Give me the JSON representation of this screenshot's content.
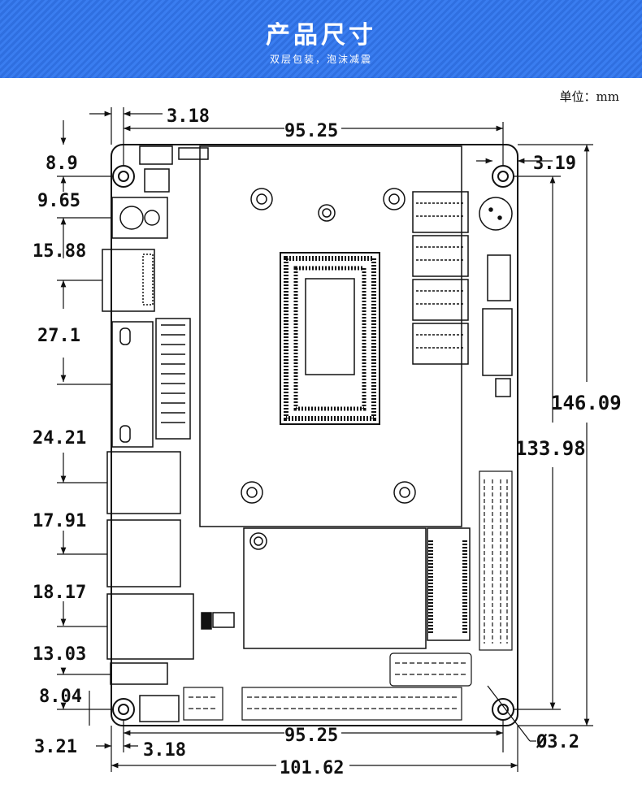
{
  "header": {
    "title": "产品尺寸",
    "subtitle": "双层包装，泡沫减震"
  },
  "unit_label": "单位：mm",
  "dimensions": {
    "top_left_offset": "3.18",
    "top_hole_span": "95.25",
    "top_right_offset": "3.19",
    "left_8_9": "8.9",
    "left_9_65": "9.65",
    "left_15_88": "15.88",
    "left_27_1": "27.1",
    "left_24_21": "24.21",
    "left_17_91": "17.91",
    "left_18_17": "18.17",
    "left_13_03": "13.03",
    "left_8_04": "8.04",
    "left_3_21": "3.21",
    "bottom_left_offset": "3.18",
    "bottom_hole_span": "95.25",
    "bottom_total_width": "101.62",
    "right_total_height": "146.09",
    "right_hole_span": "133.98",
    "hole_diameter": "Ø3.2"
  },
  "colors": {
    "banner": "#2f6fe0",
    "ink": "#111111"
  }
}
